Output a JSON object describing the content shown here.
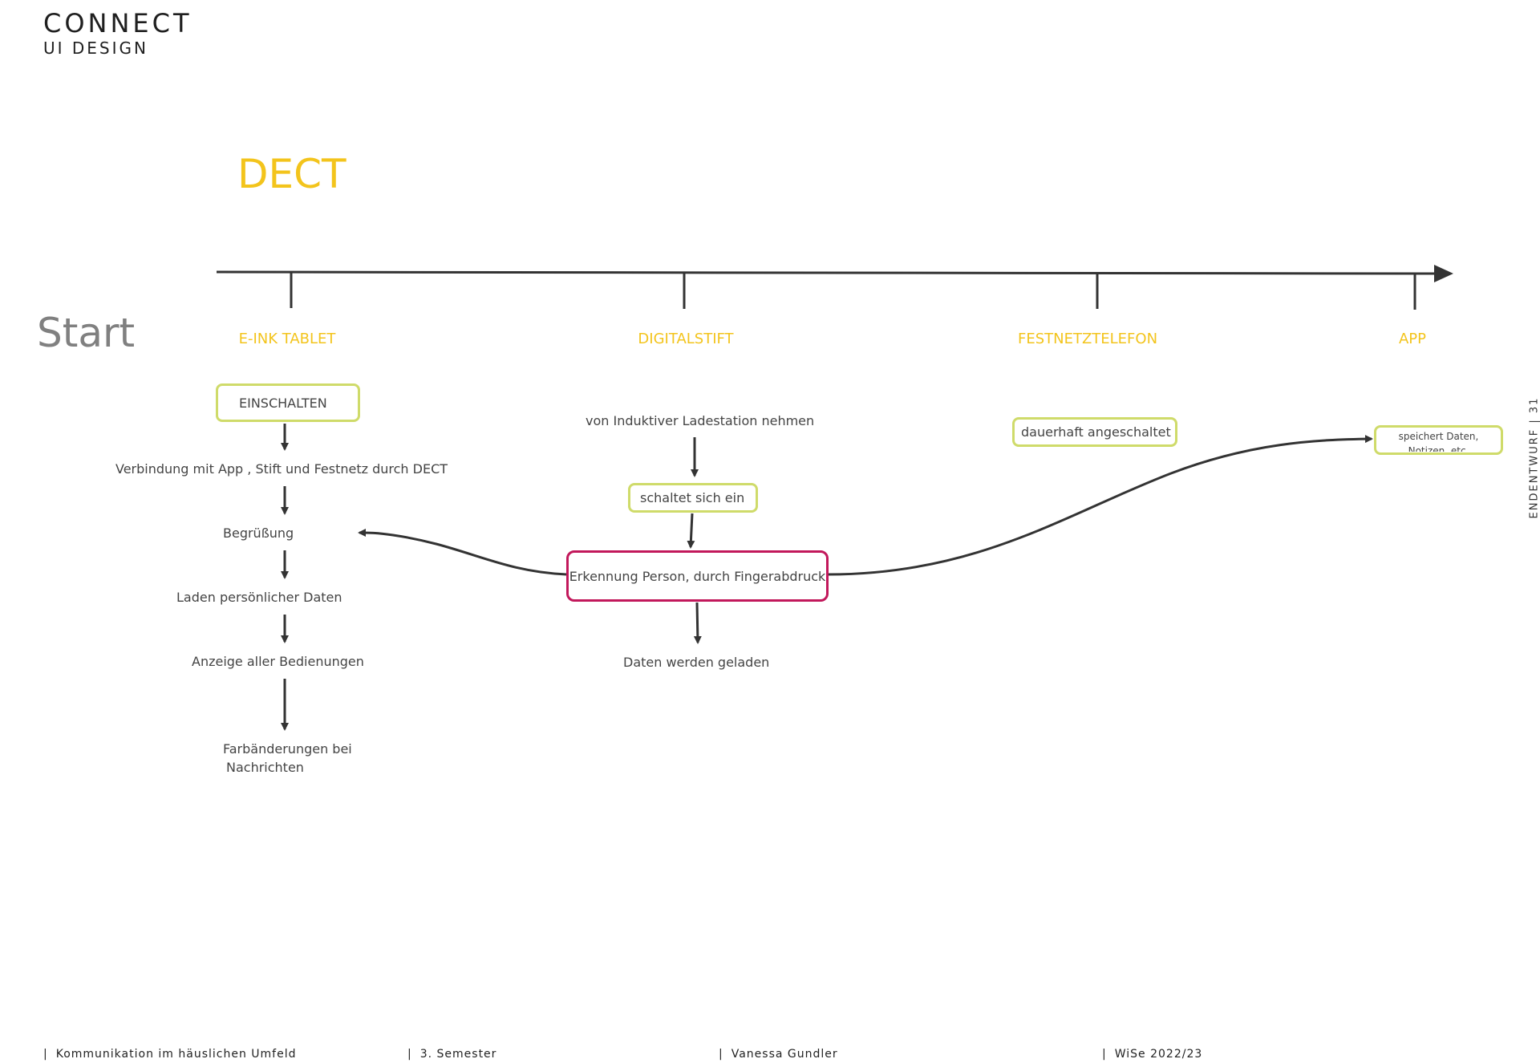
{
  "header": {
    "title": "CONNECT",
    "subtitle": "UI DESIGN"
  },
  "diagram": {
    "heading": "DECT",
    "start_label": "Start",
    "categories": [
      "E-INK TABLET",
      "DIGITALSTIFT",
      "FESTNETZTELEFON",
      "APP"
    ],
    "tablet_steps": {
      "box": "EINSCHALTEN",
      "step1": "Verbindung mit App , Stift und Festnetz durch DECT",
      "step2": "Begrüßung",
      "step3": "Laden persönlicher Daten",
      "step4": "Anzeige aller Bedienungen",
      "step5_line1": "Farbänderungen bei",
      "step5_line2": "Nachrichten"
    },
    "pen_steps": {
      "step1": "von Induktiver Ladestation nehmen",
      "box": "schaltet sich ein",
      "fingerprint": "Erkennung Person, durch Fingerabdruck",
      "step2": "Daten werden geladen"
    },
    "phone_box": "dauerhaft angeschaltet",
    "app_box_line1": "speichert Daten,",
    "app_box_line2": "Notizen, etc."
  },
  "sidebar": {
    "text": "ENDENTWURF  |  31"
  },
  "footer": {
    "item1": "Kommunikation im häuslichen Umfeld",
    "item2": "3. Semester",
    "item3": "Vanessa Gundler",
    "item4": "WiSe 2022/23"
  },
  "colors": {
    "accent": "#f3c41c",
    "box_border": "#cfdb6a",
    "highlight": "#c2185b"
  }
}
